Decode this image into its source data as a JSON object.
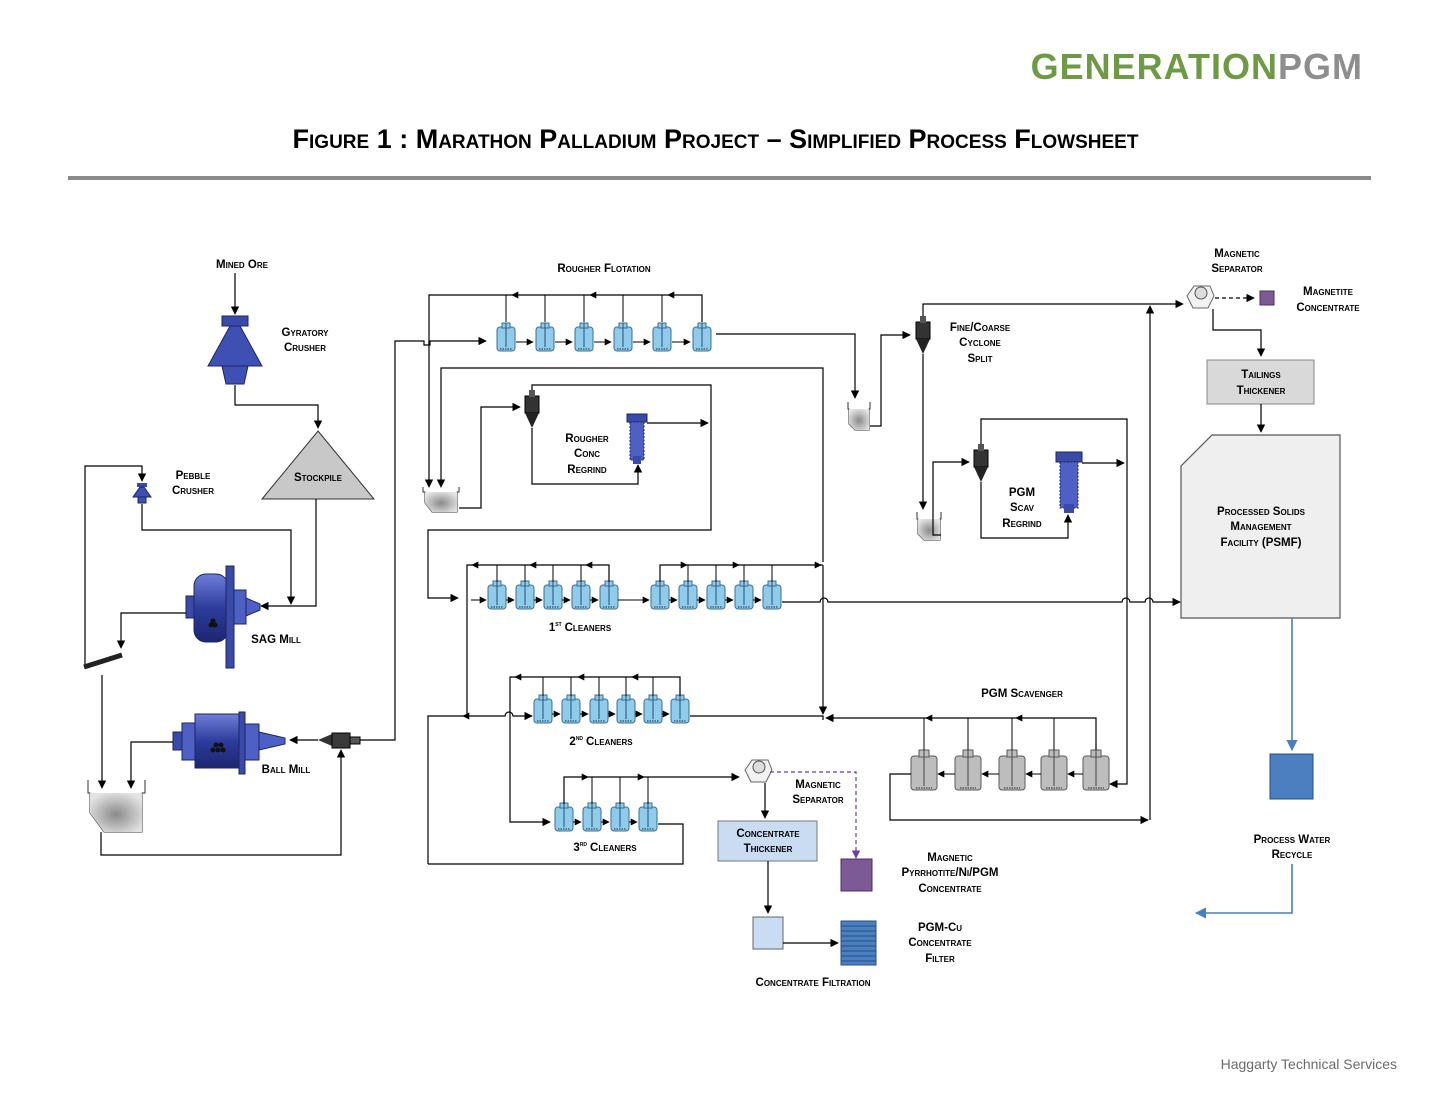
{
  "logo": {
    "part1": "GENERATION",
    "part2": "PGM"
  },
  "title": "Figure 1 : Marathon Palladium Project – Simplified Process Flowsheet",
  "credit": "Haggarty Technical Services",
  "labels": {
    "mined_ore": "Mined Ore",
    "gyratory_1": "Gyratory",
    "gyratory_2": "Crusher",
    "stockpile": "Stockpile",
    "pebble_1": "Pebble",
    "pebble_2": "Crusher",
    "sag_mill": "SAG Mill",
    "ball_mill": "Ball Mill",
    "rougher_flotation": "Rougher Flotation",
    "rougher_regrind_1": "Rougher",
    "rougher_regrind_2": "Conc",
    "rougher_regrind_3": "Regrind",
    "cleaners1_num": "1",
    "cleaners1_sup": "st",
    "cleaners1_text": "Cleaners",
    "cleaners2_num": "2",
    "cleaners2_sup": "nd",
    "cleaners2_text": "Cleaners",
    "cleaners3_num": "3",
    "cleaners3_sup": "rd",
    "cleaners3_text": "Cleaners",
    "cyclone_1": "Fine/Coarse",
    "cyclone_2": "Cyclone",
    "cyclone_3": "Split",
    "pgm_regrind_1": "PGM",
    "pgm_regrind_2": "Scav",
    "pgm_regrind_3": "Regrind",
    "pgm_scavenger": "PGM Scavenger",
    "mag_sep_top_1": "Magnetic",
    "mag_sep_top_2": "Separator",
    "magnetite_1": "Magnetite",
    "magnetite_2": "Concentrate",
    "tailings_1": "Tailings",
    "tailings_2": "Thickener",
    "psmf_1": "Processed Solids",
    "psmf_2": "Management",
    "psmf_3": "Facility (PSMF)",
    "process_water_1": "Process Water",
    "process_water_2": "Recycle",
    "mag_sep_bot_1": "Magnetic",
    "mag_sep_bot_2": "Separator",
    "conc_thick_1": "Concentrate",
    "conc_thick_2": "Thickener",
    "mag_pyrr_1": "Magnetic",
    "mag_pyrr_2": "Pyrrhotite/Ni/PGM",
    "mag_pyrr_3": "Concentrate",
    "pgm_cu_1": "PGM-Cu",
    "pgm_cu_2": "Concentrate",
    "pgm_cu_3": "Filter",
    "conc_filtration": "Concentrate Filtration"
  },
  "colors": {
    "logo_green": "#6f9a45",
    "logo_grey": "#8e8e8e",
    "equipment_blue": "#3a4aa8",
    "flotation_cell": "#8fcbea",
    "scavenger_cell": "#b9b9b9",
    "process_water_blue": "#4a7fc0",
    "magnetic_purple": "#7b5a96"
  }
}
